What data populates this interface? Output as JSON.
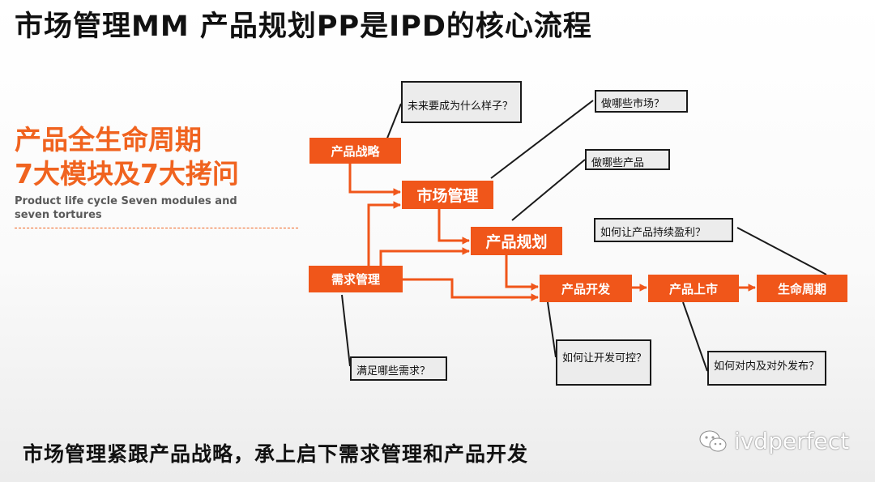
{
  "title": "市场管理MM 产品规划PP是IPD的核心流程",
  "left": {
    "heading_line1": "产品全生命周期",
    "heading_line2": "7大模块及7大拷问",
    "subtitle": "Product life cycle   Seven modules and seven tortures"
  },
  "nodes": {
    "strategy": "产品战略",
    "market": "市场管理",
    "planning": "产品规划",
    "demand": "需求管理",
    "develop": "产品开发",
    "launch": "产品上市",
    "lifecycle": "生命周期"
  },
  "callouts": {
    "future": "未来要成为什么样子？",
    "which_market": "做哪些市场？",
    "which_product": "做哪些产品",
    "profit": "如何让产品持续盈利？",
    "satisfy": "满足哪些需求？",
    "controllable": "如何让开发可控？",
    "release": "如何对内及对外发布？"
  },
  "footer": "市场管理紧跟产品战略，承上启下需求管理和产品开发",
  "watermark": {
    "icon": "wechat-icon",
    "text": "ivdperfect"
  },
  "colors": {
    "accent": "#f0561a",
    "heading": "#f0631f"
  }
}
